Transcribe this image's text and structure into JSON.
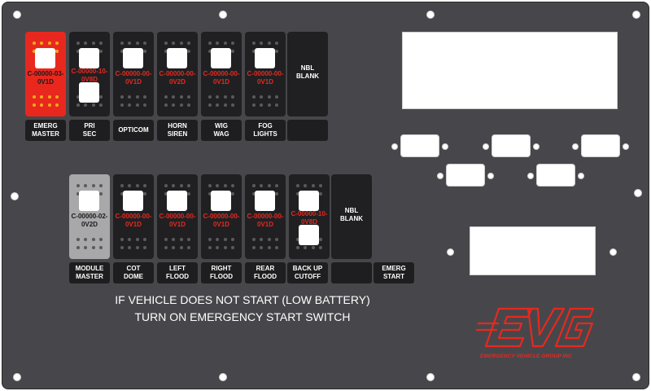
{
  "row1": {
    "switches": [
      {
        "part": "C-00000-03-\n0V1D",
        "style": "red",
        "variant": "single"
      },
      {
        "part": "C-00000-10-\n0V8D",
        "style": "dark",
        "variant": "double"
      },
      {
        "part": "C-00000-00-\n0V1D",
        "style": "dark",
        "variant": "single"
      },
      {
        "part": "C-00000-00-\n0V2D",
        "style": "dark",
        "variant": "single"
      },
      {
        "part": "C-00000-00-\n0V1D",
        "style": "dark",
        "variant": "single"
      },
      {
        "part": "C-00000-00-\n0V1D",
        "style": "dark",
        "variant": "single"
      }
    ],
    "blank": "NBL\nBLANK",
    "labels": [
      "EMERG\nMASTER",
      "PRI\nSEC",
      "OPTICOM",
      "HORN\nSIREN",
      "WIG\nWAG",
      "FOG\nLIGHTS",
      ""
    ]
  },
  "row2": {
    "switches": [
      {
        "part": "C-00000-02-\n0V2D",
        "style": "grey",
        "variant": "single"
      },
      {
        "part": "C-00000-00-\n0V1D",
        "style": "dark",
        "variant": "single"
      },
      {
        "part": "C-00000-00-\n0V1D",
        "style": "dark",
        "variant": "single"
      },
      {
        "part": "C-00000-00-\n0V1D",
        "style": "dark",
        "variant": "single"
      },
      {
        "part": "C-00000-00-\n0V1D",
        "style": "dark",
        "variant": "single"
      },
      {
        "part": "C-00000-10-\n0V8D",
        "style": "dark",
        "variant": "double"
      }
    ],
    "blank": "NBL\nBLANK",
    "labels": [
      "MODULE\nMASTER",
      "COT\nDOME",
      "LEFT\nFLOOD",
      "RIGHT\nFLOOD",
      "REAR\nFLOOD",
      "BACK UP\nCUTOFF",
      "",
      "EMERG\nSTART"
    ]
  },
  "notice": {
    "line1": "IF VEHICLE DOES NOT START (LOW BATTERY)",
    "line2": "TURN ON EMERGENCY START SWITCH"
  },
  "logo": {
    "mark": "EVG",
    "tagline": "EMERGENCY VEHICLE GROUP INC"
  },
  "colors": {
    "panel": "#47474b",
    "accent_red": "#e8281e",
    "amber": "#f3a81c"
  }
}
